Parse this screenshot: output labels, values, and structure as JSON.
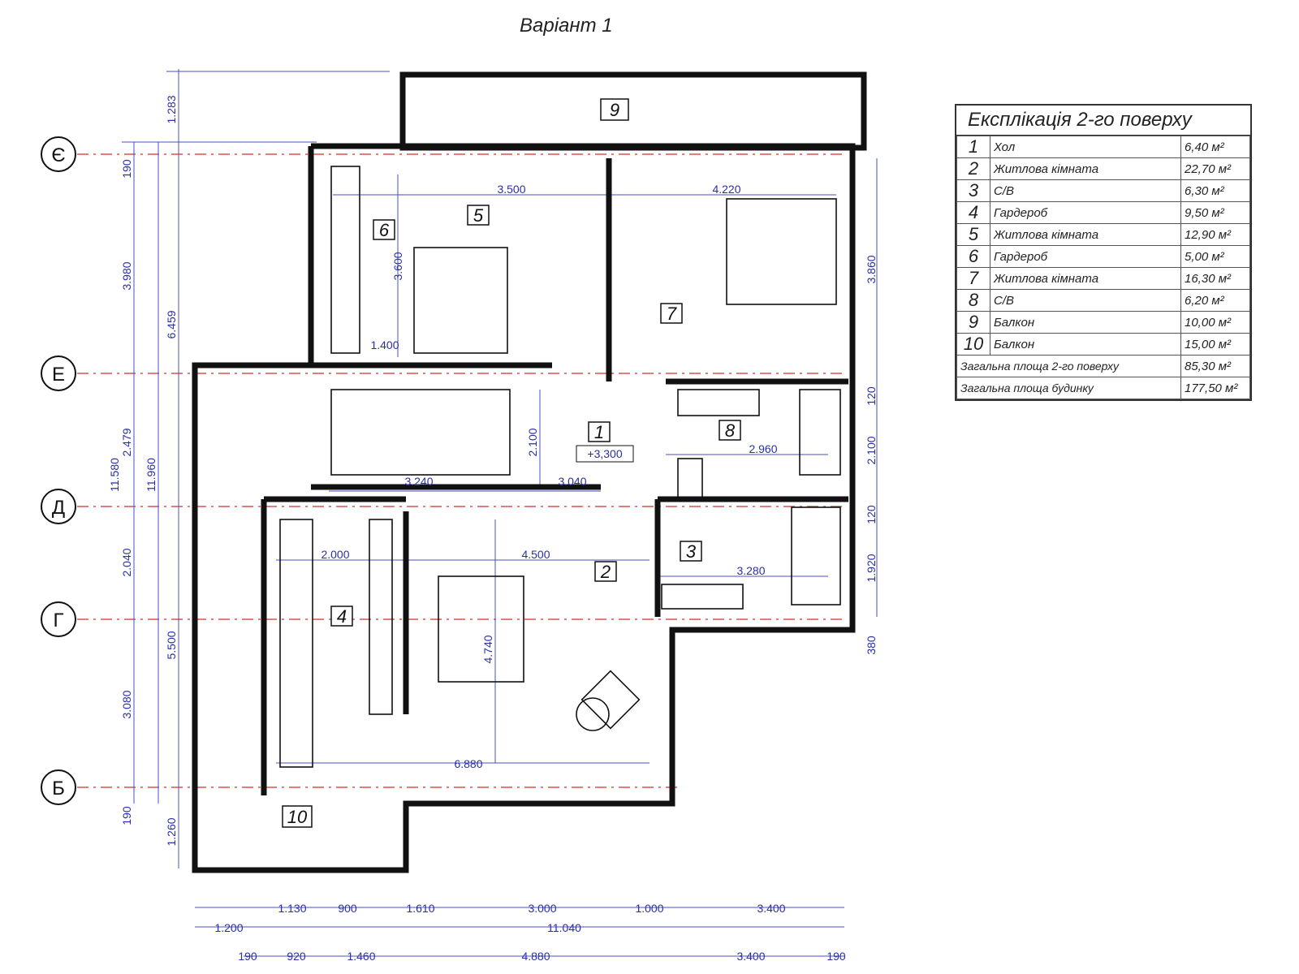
{
  "title": "Варіант 1",
  "axes": [
    "Є",
    "Е",
    "Д",
    "Г",
    "Б"
  ],
  "room_numbers": [
    "1",
    "2",
    "3",
    "4",
    "5",
    "6",
    "7",
    "8",
    "9",
    "10"
  ],
  "level_mark": "+3,300",
  "dims": {
    "left_outer": [
      "1.283",
      "6.459",
      "5.500",
      "1.260"
    ],
    "left_mid": [
      "11.580",
      "11.960"
    ],
    "left_inner": [
      "190",
      "3.980",
      "2.479",
      "2.040",
      "3.080",
      "190"
    ],
    "right": [
      "3.860",
      "120",
      "2.100",
      "120",
      "1.920",
      "380"
    ],
    "bottom_row1": [
      "1.130",
      "900",
      "1.610",
      "3.000",
      "1.000",
      "3.400"
    ],
    "bottom_row2": [
      "1.200",
      "11.040"
    ],
    "bottom_row3": [
      "190",
      "920",
      "1.460",
      "4.880",
      "3.400",
      "190"
    ],
    "interior": [
      "3.500",
      "4.220",
      "3.600",
      "1.400",
      "2.100",
      "3.240",
      "3.040",
      "2.960",
      "2.000",
      "4.500",
      "3.280",
      "4.740",
      "6.880"
    ]
  },
  "legend": {
    "title": "Експлікація 2-го поверху",
    "rows": [
      {
        "no": "1",
        "name": "Хол",
        "area": "6,40 м²"
      },
      {
        "no": "2",
        "name": "Житлова кімната",
        "area": "22,70 м²"
      },
      {
        "no": "3",
        "name": "С/В",
        "area": "6,30 м²"
      },
      {
        "no": "4",
        "name": "Гардероб",
        "area": "9,50 м²"
      },
      {
        "no": "5",
        "name": "Житлова кімната",
        "area": "12,90 м²"
      },
      {
        "no": "6",
        "name": "Гардероб",
        "area": "5,00 м²"
      },
      {
        "no": "7",
        "name": "Житлова кімната",
        "area": "16,30 м²"
      },
      {
        "no": "8",
        "name": "С/В",
        "area": "6,20 м²"
      },
      {
        "no": "9",
        "name": "Балкон",
        "area": "10,00 м²"
      },
      {
        "no": "10",
        "name": "Балкон",
        "area": "15,00 м²"
      }
    ],
    "totals": [
      {
        "label": "Загальна площа 2-го поверху",
        "area": "85,30 м²"
      },
      {
        "label": "Загальна площа будинку",
        "area": "177,50 м²"
      }
    ]
  }
}
